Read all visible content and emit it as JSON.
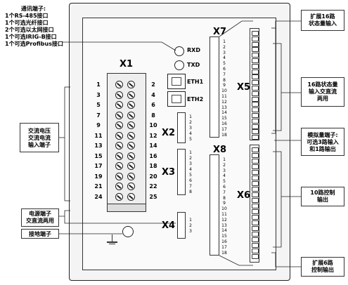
{
  "callouts": {
    "comm": [
      "通讯端子:",
      "1个RS-485接口",
      "1个可选光纤接口",
      "2个可选以太网接口",
      "1个可选IRIG-B接口",
      "1个可选Profibus接口"
    ],
    "ac_input": [
      "交流电压",
      "交流电流",
      "输入端子"
    ],
    "power": [
      "电源端子",
      "交直流两用"
    ],
    "ground": "接地端子",
    "ext16": [
      "扩展16路",
      "状态量输入"
    ],
    "di16": [
      "16路状态量",
      "输入交直流",
      "两用"
    ],
    "analog": [
      "模拟量端子:",
      "可选3路输入",
      "和1路输出"
    ],
    "ctrl10": [
      "10路控制",
      "输出"
    ],
    "ext6": [
      "扩展6路",
      "控制输出"
    ]
  },
  "blocks": {
    "x1": "X1",
    "x2": "X2",
    "x3": "X3",
    "x4": "X4",
    "x5": "X5",
    "x6": "X6",
    "x7": "X7",
    "x8": "X8"
  },
  "ports": {
    "rxd": "RXD",
    "txd": "TXD",
    "eth1": "ETH1",
    "eth2": "ETH2"
  },
  "x1_left": [
    "1",
    "3",
    "5",
    "7",
    "9",
    "11",
    "13",
    "15",
    "17",
    "19",
    "21",
    "24"
  ],
  "x1_right": [
    "2",
    "4",
    "6",
    "8",
    "10",
    "12",
    "14",
    "16",
    "18",
    "20",
    "22",
    "25"
  ],
  "x2_pins": [
    "1",
    "2",
    "3",
    "4",
    "5"
  ],
  "x3_pins": [
    "1",
    "2",
    "3",
    "4",
    "5",
    "6",
    "7",
    "8"
  ],
  "x4_pins": [
    "1",
    "2",
    "3"
  ],
  "x7_pins": [
    "1",
    "2",
    "3",
    "4",
    "5",
    "6",
    "7",
    "8",
    "9",
    "10",
    "11",
    "12",
    "13",
    "14",
    "15",
    "16",
    "17",
    "18"
  ],
  "x8_pins": [
    "1",
    "2",
    "3",
    "4",
    "5",
    "6",
    "7",
    "8",
    "9",
    "10",
    "11",
    "12",
    "13",
    "14",
    "15",
    "16",
    "17",
    "18"
  ]
}
